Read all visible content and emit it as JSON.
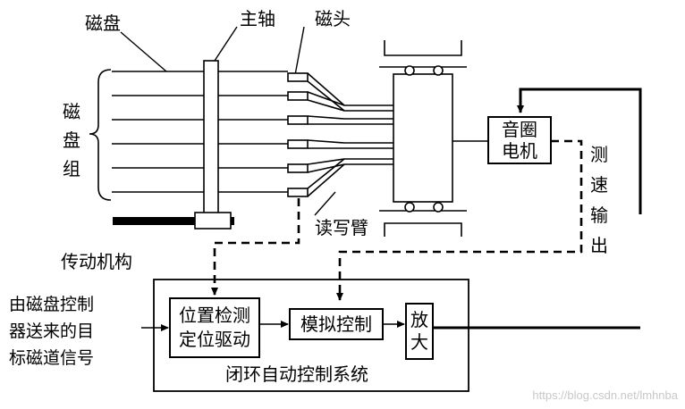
{
  "labels": {
    "disk": "磁盘",
    "spindle": "主轴",
    "head": "磁头",
    "disk_stack": [
      "磁",
      "盘",
      "组"
    ],
    "actuator_arm": "读写臂",
    "drive_mechanism": "传动机构",
    "voice_coil_motor": [
      "音圈",
      "电机"
    ],
    "speed_output": [
      "测",
      "速",
      "输",
      "出"
    ],
    "target_input": [
      "由磁盘控制",
      "器送来的目",
      "标磁道信号"
    ],
    "position_block": [
      "位置检测",
      "定位驱动"
    ],
    "analog_block": "模拟控制",
    "amplifier_block": [
      "放",
      "大"
    ],
    "system_label": "闭环自动控制系统"
  },
  "watermark": "https://blog.csdn.net/lmhnba"
}
